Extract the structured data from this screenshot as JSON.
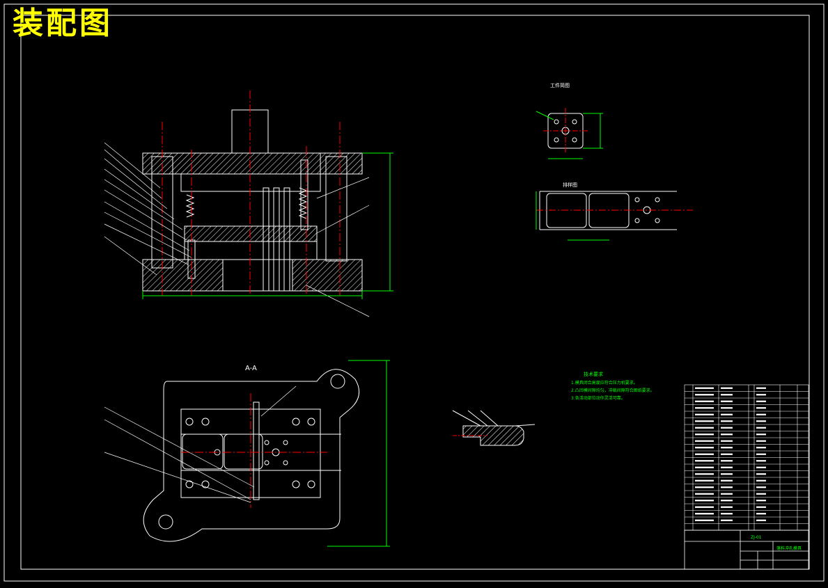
{
  "drawing": {
    "title": "装配图",
    "section_label": "A-A",
    "workpiece_label": "工件简图",
    "strip_label": "排样图",
    "tech_req_title": "技术要求",
    "tech_req_items": [
      "1.模具闭合高度应符合压力机要求。",
      "2.凸凹模间隙均匀，冲裁间隙符合图纸要求。",
      "3.各活动部位动作灵活可靠。"
    ],
    "title_block_name": "落料冲孔模具",
    "title_block_code": "ZJ-01"
  },
  "colors": {
    "background": "#000000",
    "outline": "#ffffff",
    "centerline": "#ff0000",
    "dimension": "#00ff00",
    "title": "#ffff00",
    "hatch": "#ffffff"
  }
}
